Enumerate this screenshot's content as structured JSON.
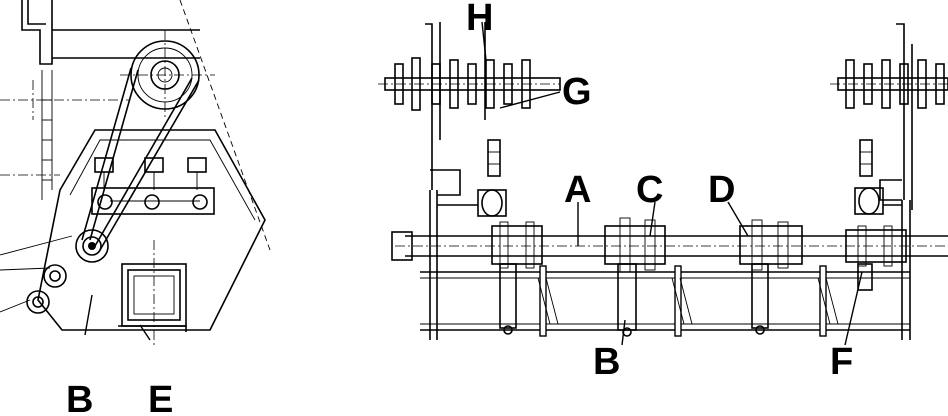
{
  "callouts": {
    "A": "A",
    "B_left": "B",
    "B_right": "B",
    "C": "C",
    "D": "D",
    "E": "E",
    "F": "F",
    "G": "G",
    "H": "H"
  }
}
